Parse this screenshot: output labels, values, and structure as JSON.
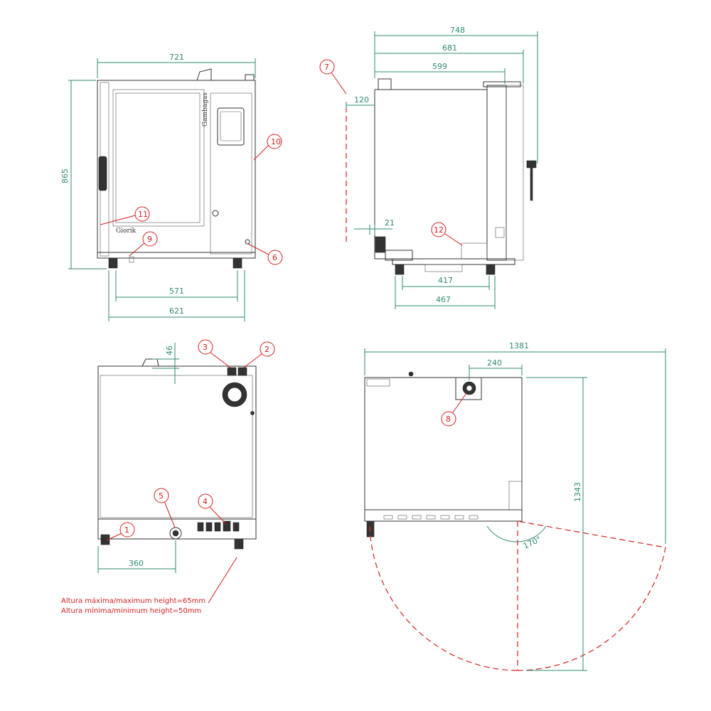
{
  "dimensions": {
    "front_width": "721",
    "front_height": "865",
    "front_feet_inner": "571",
    "front_feet_outer": "621",
    "side_overall": "748",
    "side_body_handle": "681",
    "side_body": "599",
    "side_clearance": "120",
    "side_offset": "21",
    "side_feet_inner": "417",
    "side_feet_outer": "467",
    "rear_top": "46",
    "rear_bottom": "360",
    "top_overall": "1381",
    "top_outlet": "240",
    "top_depth": "1343",
    "door_angle": "170°"
  },
  "callouts": [
    "1",
    "2",
    "3",
    "4",
    "5",
    "6",
    "7",
    "8",
    "9",
    "10",
    "11",
    "12"
  ],
  "notes": {
    "max_height": "Altura máxima/maximum height=65mm",
    "min_height": "Altura mínima/minimum height=50mm"
  },
  "brand": {
    "vertical_logo": "Gambagas",
    "panel_logo": "Giorik"
  },
  "icons": {
    "hinge": "hinge-icon",
    "handle": "handle-icon",
    "connector": "connector-icon"
  },
  "colors": {
    "dimension": "#2e8b73",
    "callout": "#d62020",
    "outline": "#333333"
  }
}
